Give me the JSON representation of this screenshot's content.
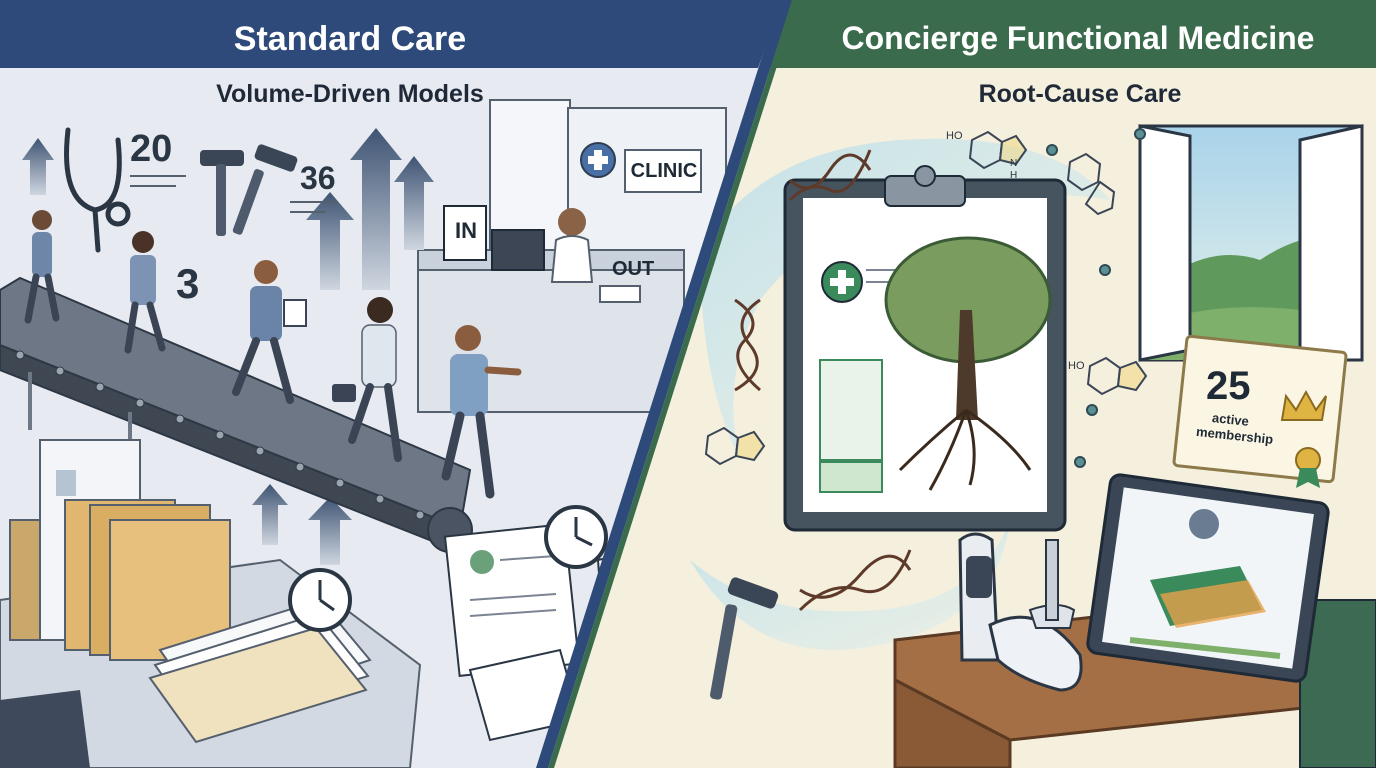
{
  "left_panel": {
    "title": "Standard Care",
    "subtitle": "Volume-Driven Models",
    "clinic_sign": "CLINIC",
    "in_sign": "IN",
    "out_sign": "OUT",
    "numbers": [
      "20",
      "36",
      "3"
    ]
  },
  "right_panel": {
    "title": "Concierge Functional Medicine",
    "subtitle": "Root-Cause Care",
    "membership": {
      "count": "25",
      "line1": "active",
      "line2": "membership"
    },
    "molecule_labels": [
      "HO",
      "HO",
      "N",
      "H"
    ]
  },
  "colors": {
    "left_header": "#2e4a7a",
    "right_header": "#3a6b4c",
    "left_bg": "#e7ebf1",
    "right_bg": "#f5efdd",
    "divider": "#2e4a7a",
    "accent_green": "#3a6b4c",
    "gold": "#e0b443"
  },
  "icons": [
    "stethoscope-icon",
    "reflex-hammer-icon",
    "clock-icon",
    "dna-icon",
    "tree-icon",
    "crown-icon",
    "medical-cross-icon",
    "conveyor-belt",
    "open-window"
  ]
}
